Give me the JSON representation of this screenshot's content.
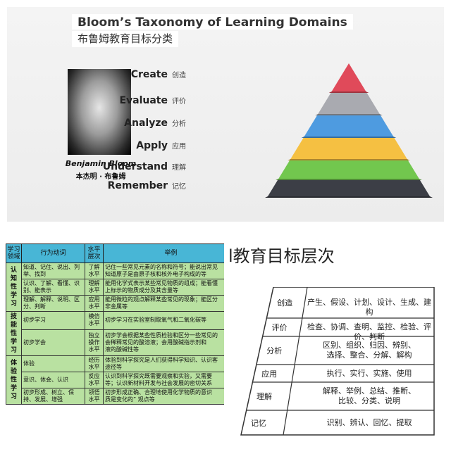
{
  "top": {
    "title": "Bloom’s Taxonomy of Learning Domains",
    "subtitle": "布鲁姆教育目标分类",
    "person_en": "Benjamin Bloom",
    "person_cn": "本杰明 · 布鲁姆",
    "levels": [
      {
        "en": "Create",
        "cn": "创造",
        "color": "#e04a5a"
      },
      {
        "en": "Evaluate",
        "cn": "评价",
        "color": "#a9aab0"
      },
      {
        "en": "Analyze",
        "cn": "分析",
        "color": "#4e9be0"
      },
      {
        "en": "Apply",
        "cn": "应用",
        "color": "#f5c042"
      },
      {
        "en": "Understand",
        "cn": "理解",
        "color": "#72c74e"
      },
      {
        "en": "Remember",
        "cn": "记忆",
        "color": "#3c3e46"
      }
    ]
  },
  "table": {
    "headers": [
      "学习\n领域",
      "行为动词",
      "水平\n层次",
      "举例"
    ],
    "sections": [
      {
        "domain": "认\n知\n性\n学\n习",
        "rows": [
          {
            "verbs": "知道、记住、说出、列举、找到",
            "level": "了解\n水平",
            "example": "记住一些常见元素的名称和符号；能说出常见\n知道原子是由原子核和核外电子构成的等"
          },
          {
            "verbs": "认识、了解、看懂、识别、能表示",
            "level": "理解\n水平",
            "example": "能用化学式表示某些常见物质的组成；能看懂\n上标示的物质成分及其含量等"
          },
          {
            "verbs": "理解、解释、说明、区分、判断",
            "level": "应用\n水平",
            "example": "能用微粒的观点解释某些常见的现象；能区分\n非金属等"
          }
        ]
      },
      {
        "domain": "技\n能\n性\n学\n习",
        "rows": [
          {
            "verbs": "初步学习",
            "level": "模仿\n水平",
            "example": "初步学习在实验室制取氧气和二氧化碳等"
          },
          {
            "verbs": "初步学会",
            "level": "独立\n操作\n水平",
            "example": "初步学会根据某些性质检验和区分一些常见的\n会稀释常见的酸溶液；会用酸碱指示剂和\n液的酸碱性等"
          }
        ]
      },
      {
        "domain": "体\n验\n性\n学\n习",
        "rows": [
          {
            "verbs": "体验",
            "level": "经历\n水平",
            "example": "体验到科学探究是人们获得科学知识、认识客\n途径等"
          },
          {
            "verbs": "意识、体会、认识",
            "level": "反应\n水平",
            "example": "认识到科学探究既需要观察和实验，又需要\n等；认识新材料开发与社会发展的密切关系"
          },
          {
            "verbs": "初步形成、树立、保持、发展、增强",
            "level": "领悟\n水平",
            "example": "初步形成正确、合理地使用化学物质的意识\n质是变化的” 观点等"
          }
        ]
      }
    ]
  },
  "levels": {
    "title": "l教育目标层次",
    "items": [
      {
        "name": "创造",
        "desc": "产生、假设、计划、设计、生成、建构"
      },
      {
        "name": "评价",
        "desc": "检查、协调、查明、监控、检验、评价、判断"
      },
      {
        "name": "分析",
        "desc": "区别、组织、归因、辨别、\n选择、整合、分解、解构"
      },
      {
        "name": "应用",
        "desc": "执行、实行、实施、使用"
      },
      {
        "name": "理解",
        "desc": "解释、举例、总结、推断、\n比较、分类、说明"
      },
      {
        "name": "记忆",
        "desc": "识别、辨认、回忆、提取"
      }
    ]
  }
}
